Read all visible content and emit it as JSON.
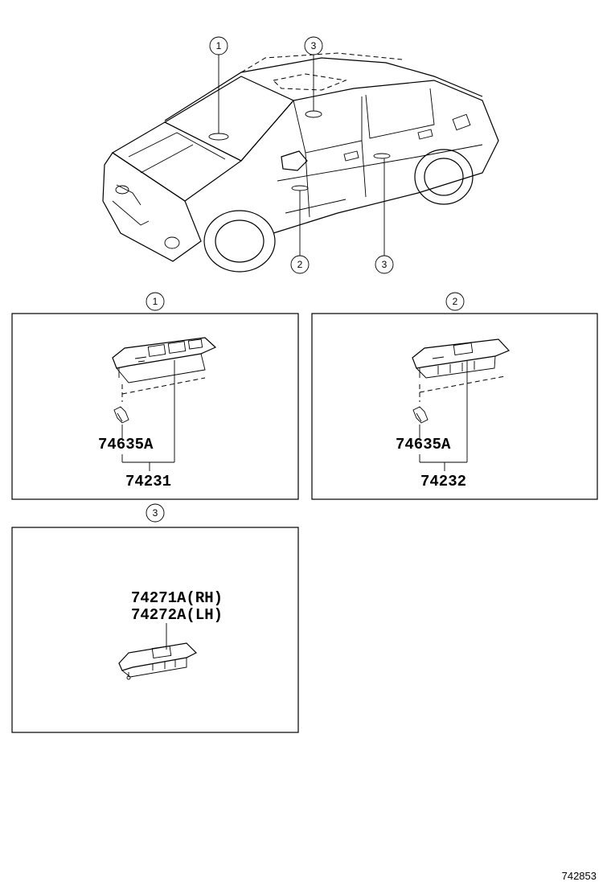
{
  "callouts": {
    "c1": "1",
    "c2": "2",
    "c3": "3"
  },
  "panel1": {
    "clip_part": "74635A",
    "switch_part": "74231"
  },
  "panel2": {
    "clip_part": "74635A",
    "switch_part": "74232"
  },
  "panel3": {
    "part_rh": "74271A(RH)",
    "part_lh": "74272A(LH)"
  },
  "figure_ref": "742853"
}
